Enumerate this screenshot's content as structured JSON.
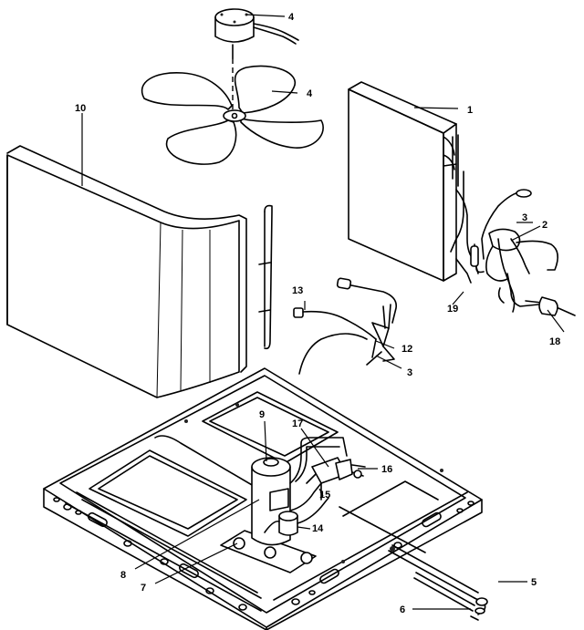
{
  "callouts": {
    "c1": "1",
    "c2": "2",
    "c3a": "3",
    "c3b": "3",
    "c4a": "4",
    "c4b": "4",
    "c5": "5",
    "c6": "6",
    "c7": "7",
    "c8": "8",
    "c9": "9",
    "c10": "10",
    "c12": "12",
    "c13": "13",
    "c14": "14",
    "c15": "15",
    "c16": "16",
    "c17": "17",
    "c18": "18",
    "c19": "19"
  }
}
